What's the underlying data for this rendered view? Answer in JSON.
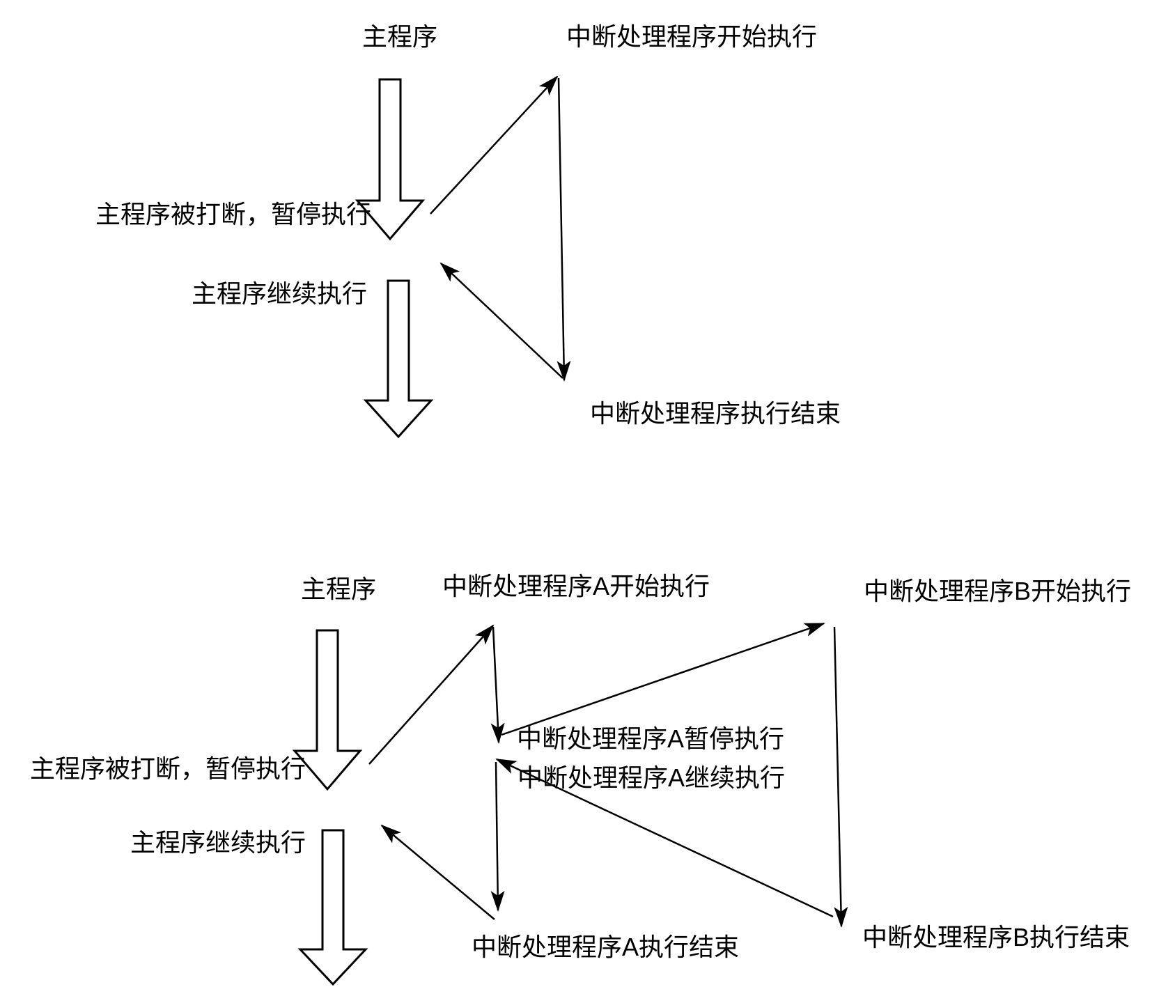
{
  "colors": {
    "background": "#ffffff",
    "stroke": "#000000",
    "text": "#000000"
  },
  "single_interrupt": {
    "labels": {
      "main_program": "主程序",
      "handler_start": "中断处理程序开始执行",
      "main_interrupted": "主程序被打断，暂停执行",
      "main_resume": "主程序继续执行",
      "handler_end": "中断处理程序执行结束"
    }
  },
  "nested_interrupt": {
    "labels": {
      "main_program": "主程序",
      "handler_a_start": "中断处理程序A开始执行",
      "handler_b_start": "中断处理程序B开始执行",
      "main_interrupted": "主程序被打断，暂停执行",
      "handler_a_pause": "中断处理程序A暂停执行",
      "handler_a_resume": "中断处理程序A继续执行",
      "main_resume": "主程序继续执行",
      "handler_a_end": "中断处理程序A执行结束",
      "handler_b_end": "中断处理程序B执行结束"
    }
  }
}
